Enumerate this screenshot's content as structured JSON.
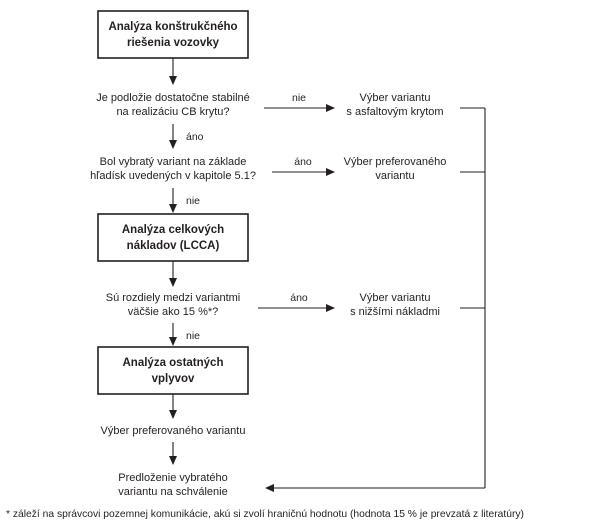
{
  "diagram": {
    "boxes": [
      {
        "lines": [
          "Analýza konštrukčného",
          "riešenia vozovky"
        ]
      },
      {
        "lines": [
          "Analýza celkových",
          "nákladov (LCCA)"
        ]
      },
      {
        "lines": [
          "Analýza ostatných",
          "vplyvov"
        ]
      }
    ],
    "questions": [
      {
        "lines": [
          "Je podložie dostatočne stabilné",
          "na realizáciu CB krytu?"
        ]
      },
      {
        "lines": [
          "Bol vybratý variant na základe",
          "hľadísk uvedených v kapitole 5.1?"
        ]
      },
      {
        "lines": [
          "Sú rozdiely medzi variantmi",
          "väčšie ako 15 %*?"
        ]
      }
    ],
    "outcomes": [
      {
        "lines": [
          "Výber variantu",
          "s asfaltovým krytom"
        ]
      },
      {
        "lines": [
          "Výber preferovaného",
          "variantu"
        ]
      },
      {
        "lines": [
          "Výber variantu",
          "s nižšími nákladmi"
        ]
      },
      {
        "lines": [
          "Výber preferovaného variantu"
        ]
      },
      {
        "lines": [
          "Predloženie vybratého",
          "variantu na schválenie"
        ]
      }
    ],
    "edge_labels": {
      "q1_right": "nie",
      "q1_down": "áno",
      "q2_right": "áno",
      "q2_down": "nie",
      "q3_right": "áno",
      "q3_down": "nie"
    },
    "footnote": "* záleží na správcovi pozemnej komunikácie, akú si zvolí hraničnú hodnotu (hodnota 15 % je prevzatá z literatúry)"
  }
}
